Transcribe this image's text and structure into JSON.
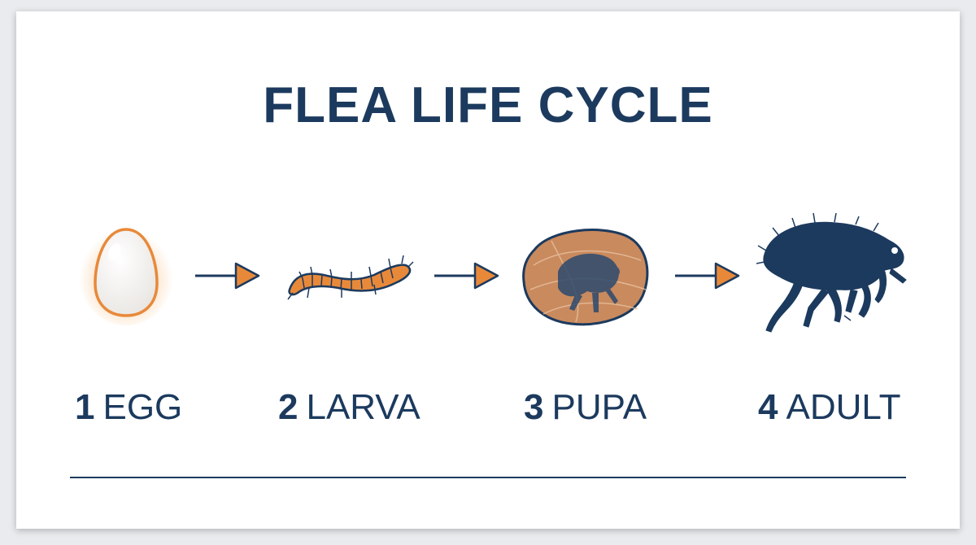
{
  "title": "FLEA LIFE CYCLE",
  "stages": [
    {
      "number": "1",
      "label": "EGG",
      "icon": "egg-icon"
    },
    {
      "number": "2",
      "label": "LARVA",
      "icon": "larva-icon"
    },
    {
      "number": "3",
      "label": "PUPA",
      "icon": "pupa-icon"
    },
    {
      "number": "4",
      "label": "ADULT",
      "icon": "adult-flea-icon"
    }
  ],
  "colors": {
    "navy": "#1c3a5e",
    "orange": "#e8893a",
    "egg_glow": "#f7b26b",
    "pupa_fill": "#c98a5e",
    "background": "#ffffff"
  }
}
